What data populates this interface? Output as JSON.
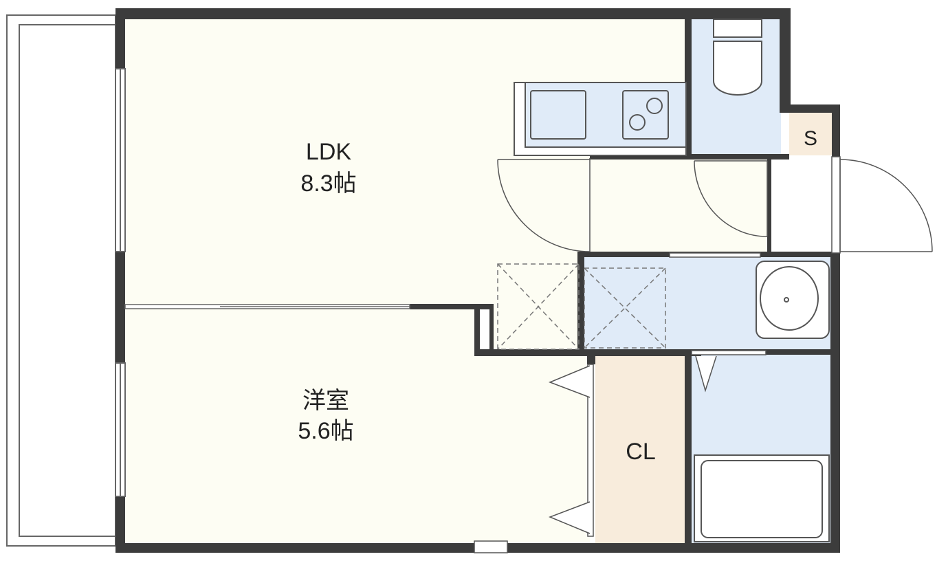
{
  "rooms": {
    "ldk": {
      "name": "LDK",
      "area": "8.3帖"
    },
    "western": {
      "name": "洋室",
      "area": "5.6帖"
    },
    "closet": {
      "name": "CL"
    },
    "storage": {
      "name": "S"
    }
  },
  "colors": {
    "wall": "#3c3c3c",
    "floor_living": "#fdfdf3",
    "floor_wet": "#e0ebf8",
    "floor_closet": "#f8ecdc",
    "line": "#555555"
  }
}
